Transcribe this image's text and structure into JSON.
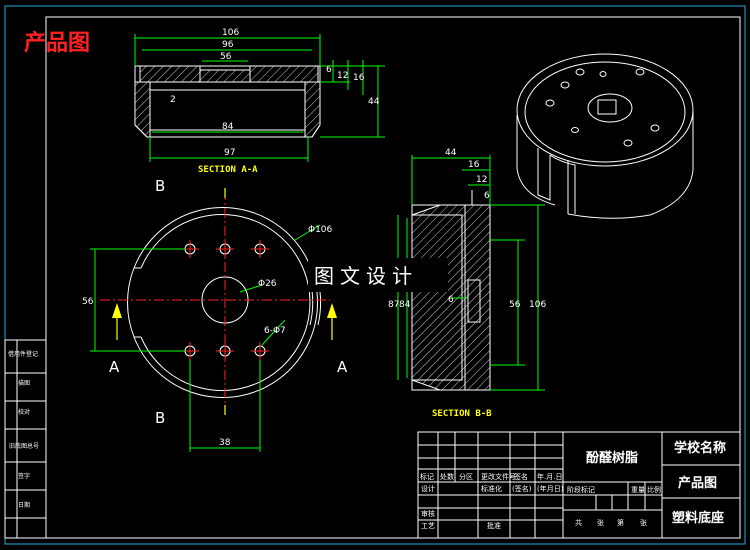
{
  "title": "产品图",
  "watermark": "图文设计",
  "section_aa": {
    "label": "SECTION A-A",
    "dims": {
      "d106": "106",
      "d96": "96",
      "d56": "56",
      "d84": "84",
      "d97": "97",
      "d6": "6",
      "d12": "12",
      "d16": "16",
      "d44": "44",
      "d2": "2"
    }
  },
  "section_bb": {
    "label": "SECTION B-B",
    "dims": {
      "d44": "44",
      "d16": "16",
      "d12": "12",
      "d6top": "6",
      "d87": "87",
      "d84": "84",
      "d6": "6",
      "d56": "56",
      "d106": "106"
    }
  },
  "plan_view": {
    "dims": {
      "phi106": "Φ106",
      "phi26": "Φ26",
      "holes": "6-Φ7",
      "d56": "56",
      "d38": "38"
    },
    "markers": {
      "b_top": "B",
      "b_bottom": "B",
      "a_left": "A",
      "a_right": "A"
    }
  },
  "side_block": [
    "借用件登记",
    "描图",
    "校对",
    "旧底图总号",
    "签字",
    "日期"
  ],
  "title_block": {
    "material": "酚醛树脂",
    "school": "学校名称",
    "drawing": "产品图",
    "part": "塑料底座",
    "row1": [
      "标记",
      "处数",
      "分区",
      "更改文件号",
      "签名",
      "年.月.日"
    ],
    "design": "设计",
    "std": "标准化",
    "date_fmt": "(年月日)",
    "sign": "(签名)",
    "stage": [
      "阶段标记",
      "重量",
      "比例"
    ],
    "check": "审核",
    "craft": "工艺",
    "approve": "批准",
    "sheets": [
      "共",
      "张",
      "第",
      "张"
    ]
  }
}
